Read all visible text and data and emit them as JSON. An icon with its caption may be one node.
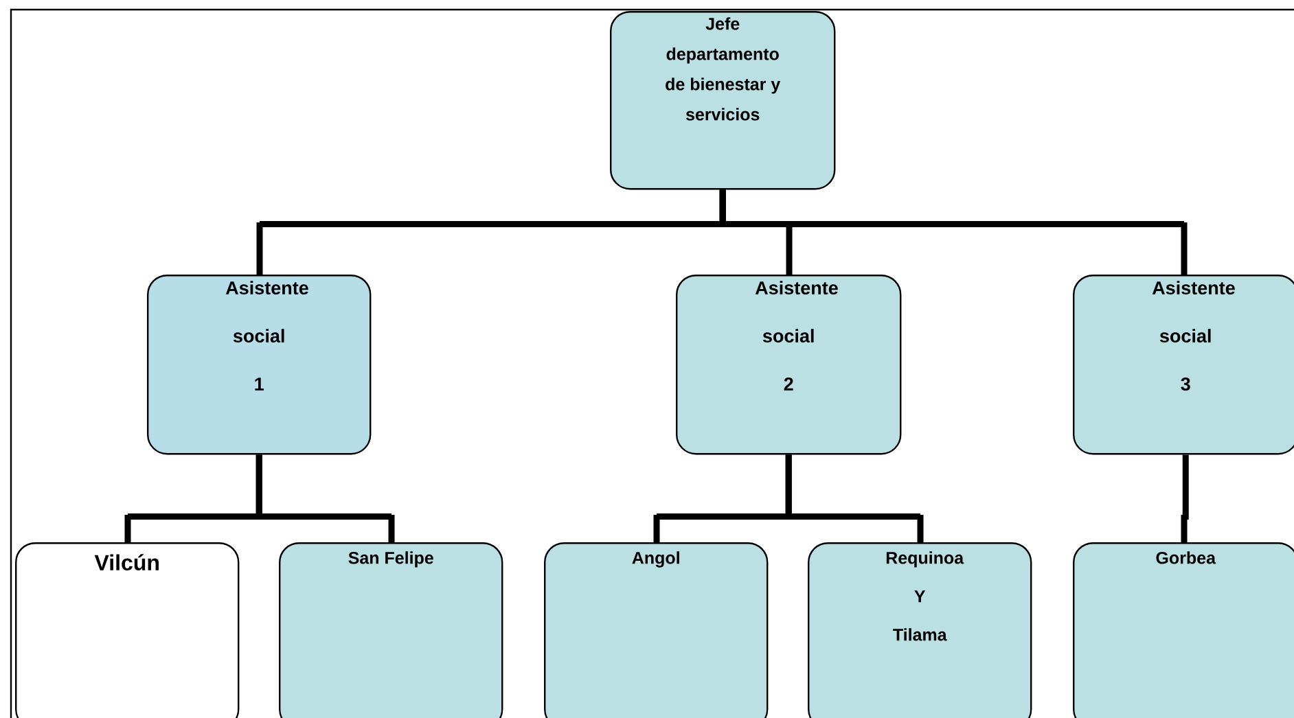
{
  "diagram": {
    "nodes": [
      {
        "text": [
          "Jefe departamento de bienestar y servicios"
        ]
      },
      {
        "text": [
          "Asistente social 1"
        ]
      },
      {
        "text": [
          "Asistente social 2"
        ]
      },
      {
        "text": [
          "Asistente social 3"
        ]
      },
      {
        "text": [
          "Vilcún"
        ]
      },
      {
        "text": [
          "San Felipe"
        ]
      },
      {
        "text": [
          "Angol"
        ]
      },
      {
        "text": [
          "Requinoa Y Tilama"
        ]
      },
      {
        "text": [
          "Gorbea"
        ]
      }
    ],
    "edges": [
      {
        "from": 0,
        "to": 1,
        "arrow": "none"
      },
      {
        "from": 0,
        "to": 2,
        "arrow": "none"
      },
      {
        "from": 0,
        "to": 3,
        "arrow": "none"
      },
      {
        "from": 1,
        "to": 4,
        "arrow": "none"
      },
      {
        "from": 1,
        "to": 5,
        "arrow": "none"
      },
      {
        "from": 2,
        "to": 6,
        "arrow": "none"
      },
      {
        "from": 2,
        "to": 7,
        "arrow": "none"
      },
      {
        "from": 3,
        "to": 8,
        "arrow": "none"
      }
    ]
  }
}
